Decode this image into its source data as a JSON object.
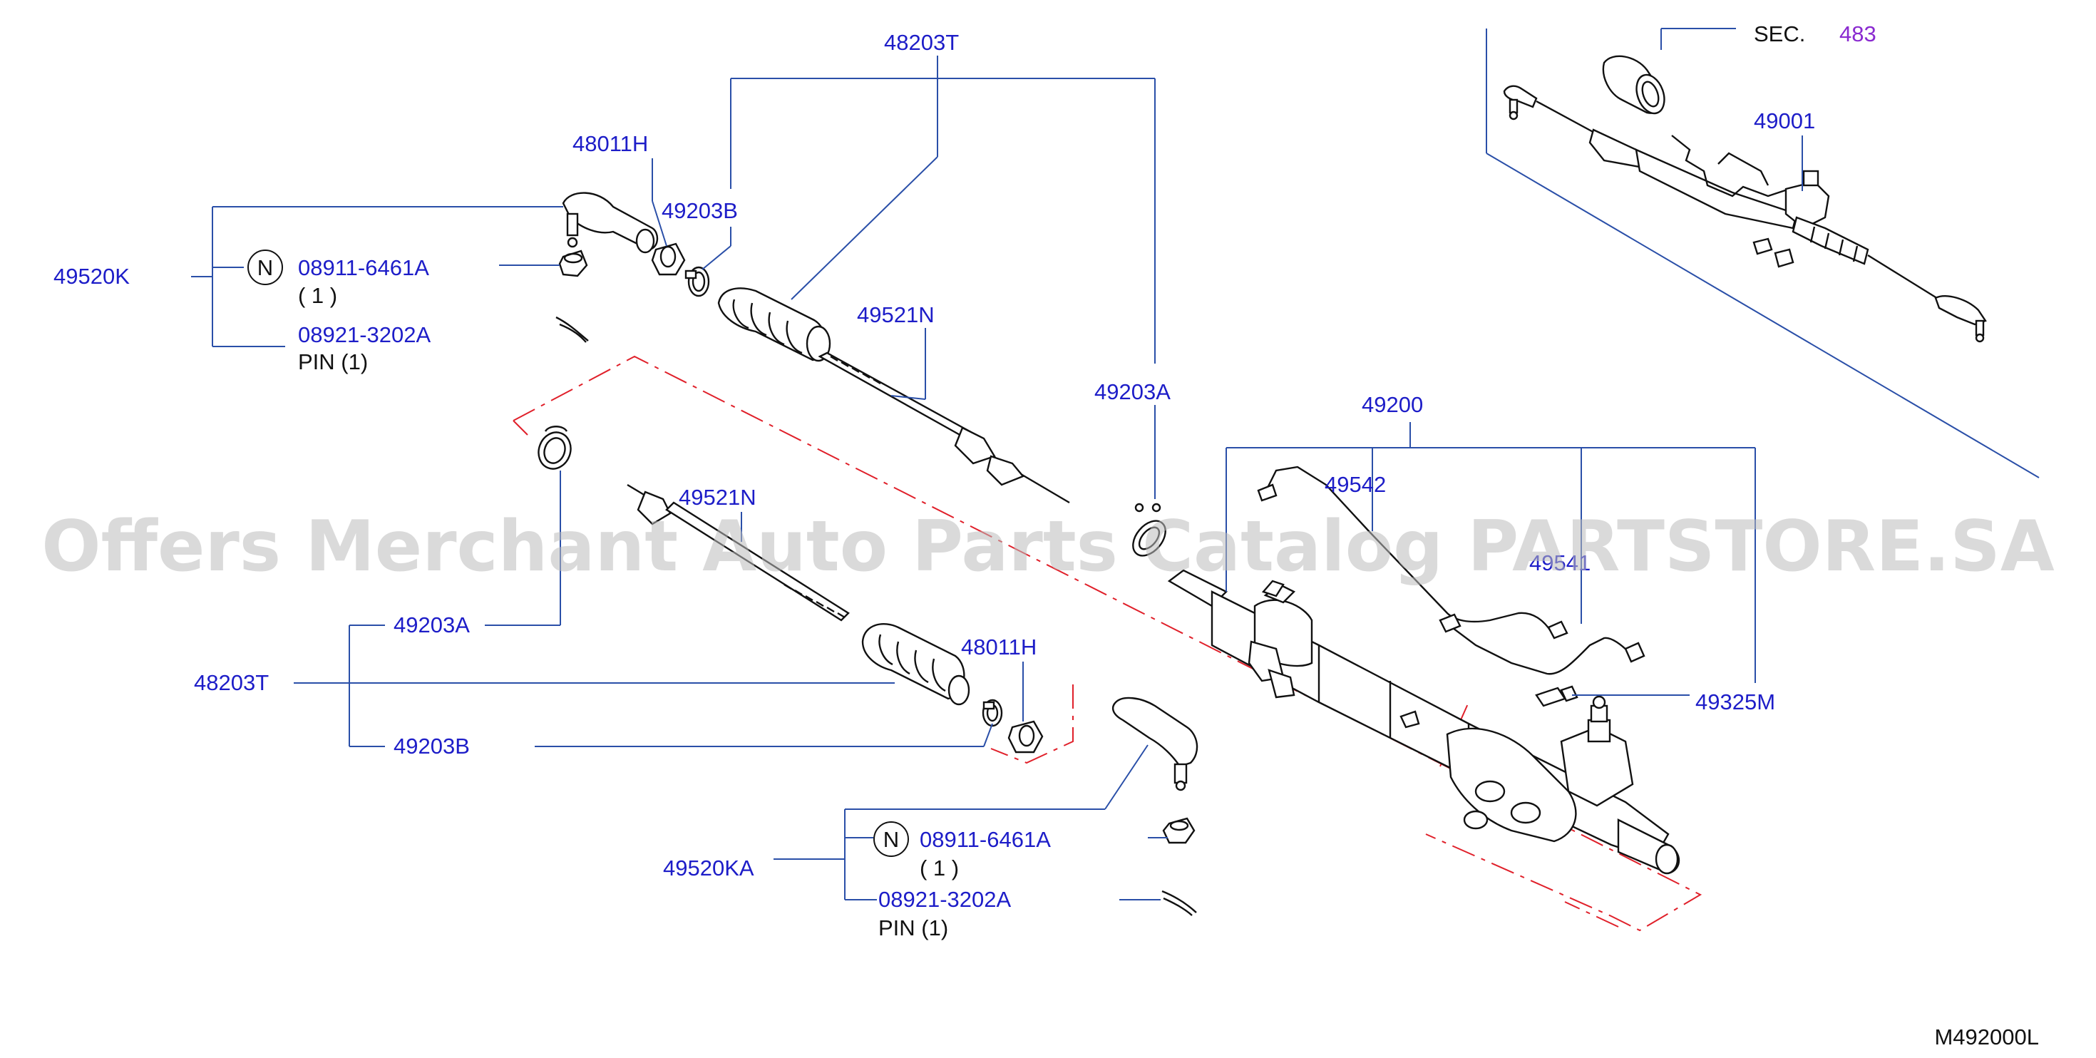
{
  "watermark": "Offers Merchant Auto Parts Catalog PARTSTORE.SA",
  "diagram_code": "M492000L",
  "sec_ref": {
    "prefix": "SEC.",
    "number": "483"
  },
  "labels": {
    "p48203t_top": "48203T",
    "p48011h_top": "48011H",
    "p49203b_top": "49203B",
    "p49520k": "49520K",
    "nut_top": "08911-6461A",
    "nut_top_qty": "( 1 )",
    "pin_top": "08921-3202A",
    "pin_top_qty": "PIN (1)",
    "p49521n_top": "49521N",
    "p49203a_top": "49203A",
    "p49200": "49200",
    "p49542": "49542",
    "p49541": "49541",
    "p49001": "49001",
    "p49325m": "49325M",
    "p49521n_mid": "49521N",
    "p49203a_mid": "49203A",
    "p48203t_mid": "48203T",
    "p49203b_mid": "49203B",
    "p48011h_mid": "48011H",
    "p49520ka": "49520KA",
    "nut_bot": "08911-6461A",
    "nut_bot_qty": "( 1 )",
    "pin_bot": "08921-3202A",
    "pin_bot_qty": "PIN (1)"
  },
  "n_symbol": "N",
  "colors": {
    "label": "#1d1dc8",
    "leader": "#2a4fa8",
    "dash": "#e0202a",
    "sec": "#8a2ad0"
  }
}
